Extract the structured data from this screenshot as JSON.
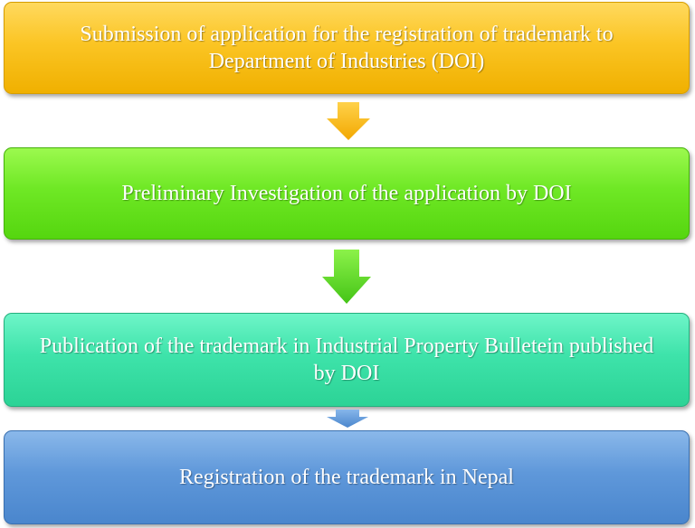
{
  "steps": [
    {
      "text": "Submission of application for the registration of trademark to Department of Industries (DOI)",
      "color": "#fbc524"
    },
    {
      "text": "Preliminary Investigation  of the application by DOI",
      "color": "#6fe825"
    },
    {
      "text": "Publication of the trademark in Industrial Property Bulletein published by DOI",
      "color": "#3ee3aa"
    },
    {
      "text": "Registration of the trademark in Nepal",
      "color": "#5f98da"
    }
  ],
  "arrows": [
    {
      "from": "step-1",
      "to": "step-2",
      "color": "#f7b720"
    },
    {
      "from": "step-2",
      "to": "step-3",
      "color": "#5fd82a"
    },
    {
      "from": "step-3",
      "to": "step-4",
      "color": "#5f98da"
    }
  ]
}
